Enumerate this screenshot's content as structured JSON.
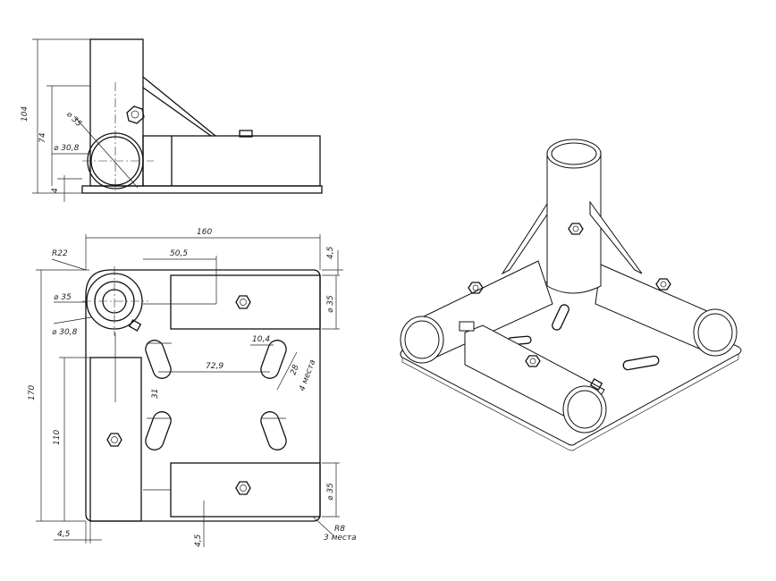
{
  "dimensions": {
    "side": {
      "total_height": "104",
      "center_height": "74",
      "plate_thickness": "4",
      "tube_outer": "⌀ 35",
      "tube_inner": "⌀ 30,8"
    },
    "top": {
      "width": "160",
      "offset_x": "50,5",
      "corner_radius_big": "R22",
      "tube_outer": "⌀ 35",
      "tube_inner": "⌀ 30,8",
      "tube_dia_right_top": "⌀ 35",
      "tube_dia_right_bottom": "⌀ 35",
      "margin_top": "4,5",
      "margin_left": "4,5",
      "margin_bottom": "4,5",
      "slot_width": "10,4",
      "slot_length": "28",
      "slot_count": "4 места",
      "slot_spacing_x": "72,9",
      "slot_spacing_y": "31",
      "height_total": "170",
      "height_inner": "110",
      "corner_radius_small": "R8",
      "corner_count": "3 места"
    }
  },
  "colors": {
    "line": "#111111",
    "background": "#ffffff"
  }
}
